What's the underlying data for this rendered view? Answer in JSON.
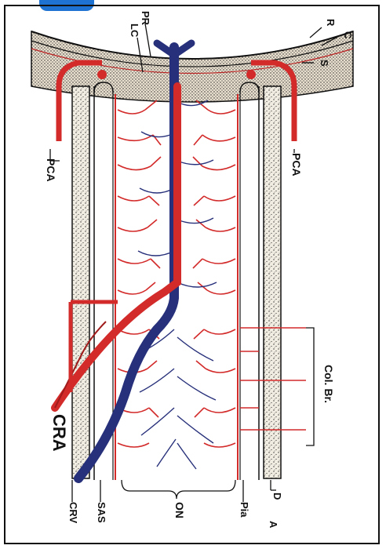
{
  "diagram": {
    "labels": {
      "pr": "PR",
      "lc": "LC",
      "r": "R",
      "c": "C",
      "s": "S",
      "pca_left": "PCA",
      "pca_right": "PCA",
      "col_br": "Col. Br.",
      "cra": "CRA",
      "crv": "CRV",
      "sas": "SAS",
      "on": "ON",
      "pia": "Pia",
      "a": "A",
      "d": "D"
    },
    "colors": {
      "artery": "#d32a2a",
      "vein": "#27307a",
      "sheath_stipple": "#e9e3d6",
      "outline": "#111111",
      "frame_accent": "#1e73d2"
    }
  }
}
